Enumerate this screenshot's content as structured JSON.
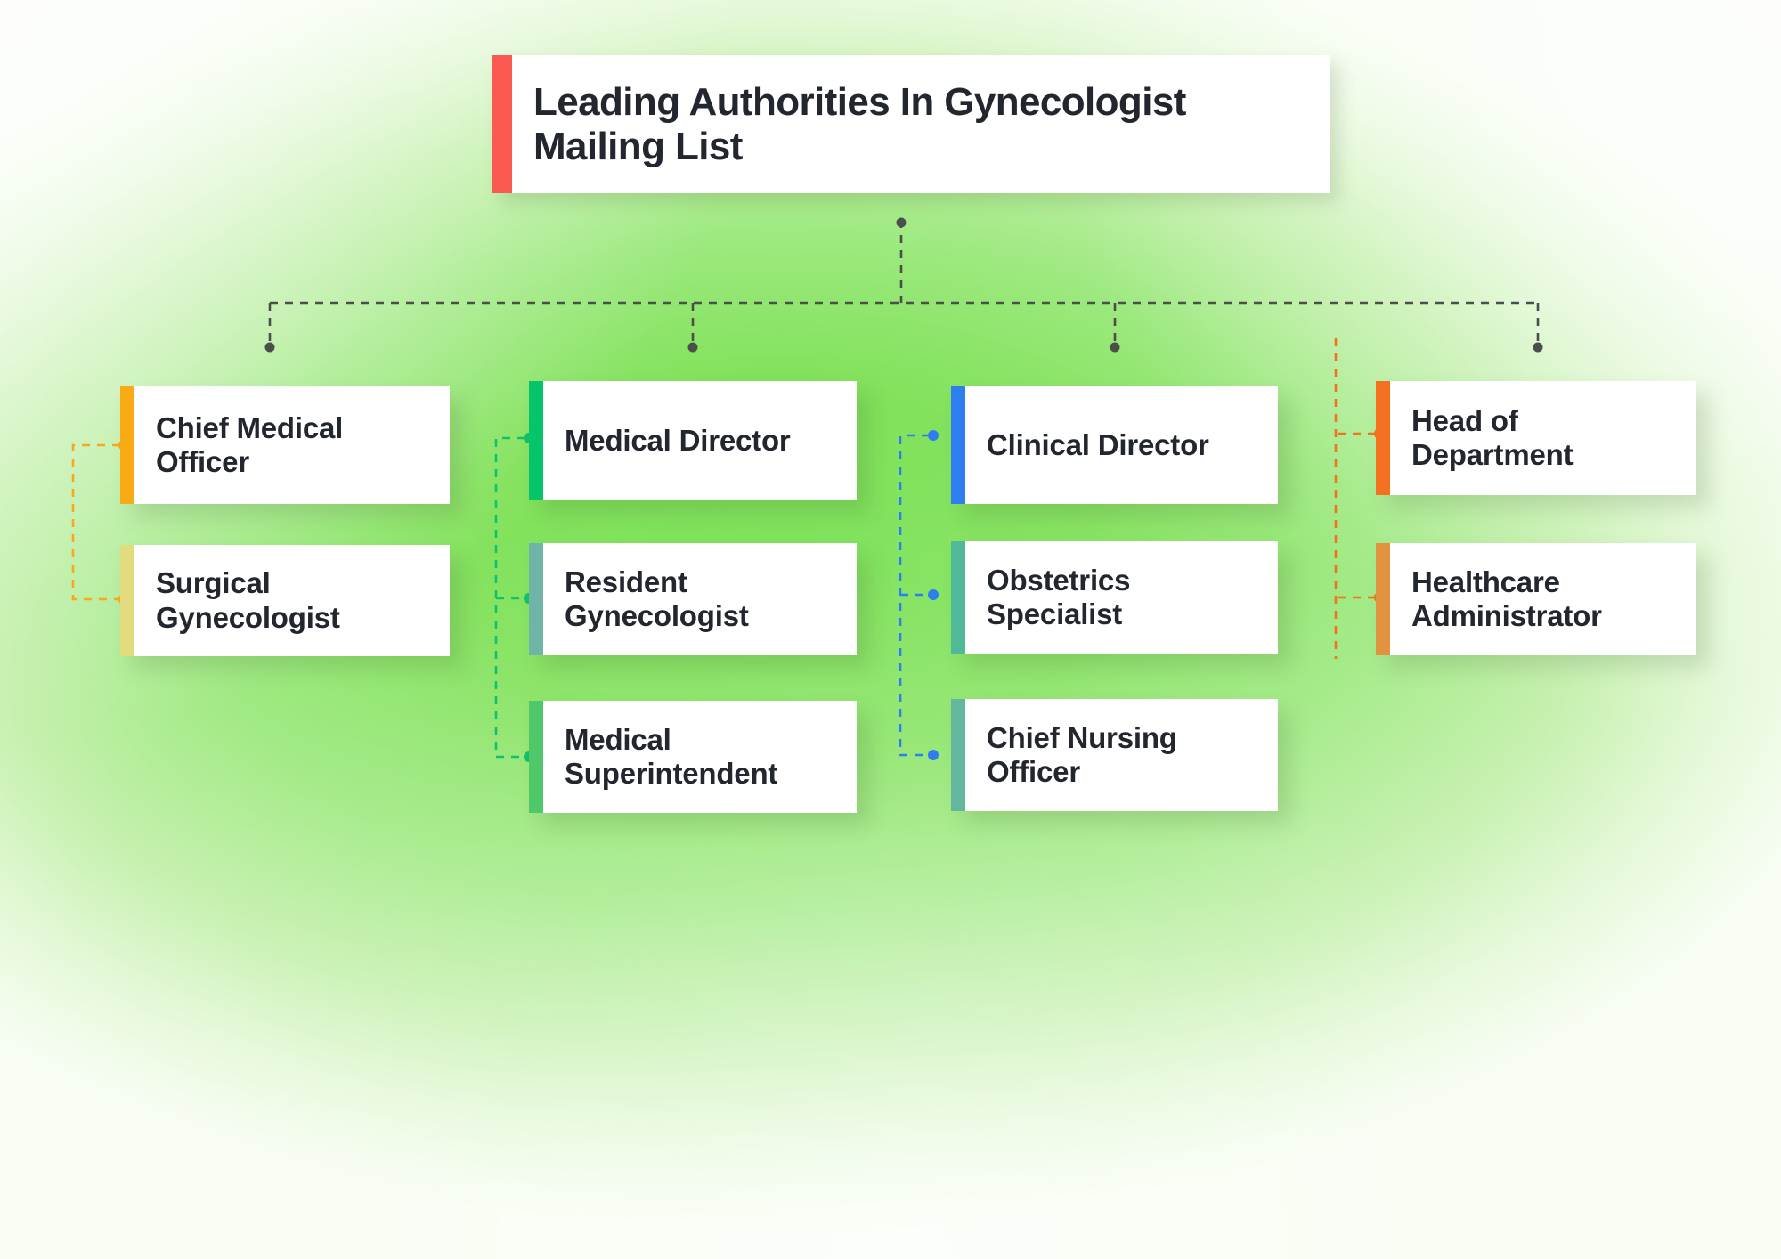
{
  "meta": {
    "background_color": "#7fe157",
    "card_color": "#ffffff",
    "text_color": "#22262e",
    "trunk_connector_color": "#4a4f4a"
  },
  "title": {
    "text": "Leading Authorities In Gynecologist Mailing List",
    "accent_color": "#fb5a53"
  },
  "columns": [
    {
      "name": "column-1",
      "connector_color": "#f7a81b",
      "nodes": [
        {
          "label": "Chief Medical Officer",
          "accent_color": "#f9ab16"
        },
        {
          "label": "Surgical Gynecologist",
          "accent_color": "#e2dc7e"
        }
      ]
    },
    {
      "name": "column-2",
      "connector_color": "#13c16b",
      "nodes": [
        {
          "label": "Medical Director",
          "accent_color": "#05c46b"
        },
        {
          "label": "Resident Gynecologist",
          "accent_color": "#6fb4a6"
        },
        {
          "label": "Medical Superintendent",
          "accent_color": "#4fc86a"
        }
      ]
    },
    {
      "name": "column-3",
      "connector_color": "#2f7ef0",
      "nodes": [
        {
          "label": "Clinical Director",
          "accent_color": "#2f7ef0"
        },
        {
          "label": "Obstetrics Specialist",
          "accent_color": "#4fb99a"
        },
        {
          "label": "Chief Nursing Officer",
          "accent_color": "#63b79f"
        }
      ]
    },
    {
      "name": "column-4",
      "connector_color": "#f4711f",
      "nodes": [
        {
          "label": "Head of Department",
          "accent_color": "#f4711f"
        },
        {
          "label": "Healthcare Administrator",
          "accent_color": "#e0943f"
        }
      ]
    }
  ]
}
